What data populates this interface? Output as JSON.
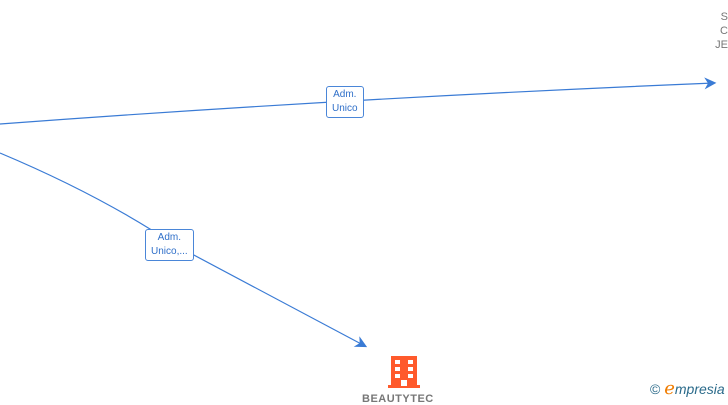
{
  "edges": [
    {
      "label_line1": "Adm.",
      "label_line2": "Unico"
    },
    {
      "label_line1": "Adm.",
      "label_line2": "Unico,..."
    }
  ],
  "top_right_node": {
    "lines": [
      "S",
      "C",
      "JE"
    ]
  },
  "bottom_node": {
    "name": "BEAUTYTEC",
    "icon": "building-icon",
    "color": "#ff5a2c"
  },
  "edge_color": "#3a7bd5",
  "watermark": {
    "symbol": "©",
    "e": "e",
    "rest": "mpresia"
  }
}
